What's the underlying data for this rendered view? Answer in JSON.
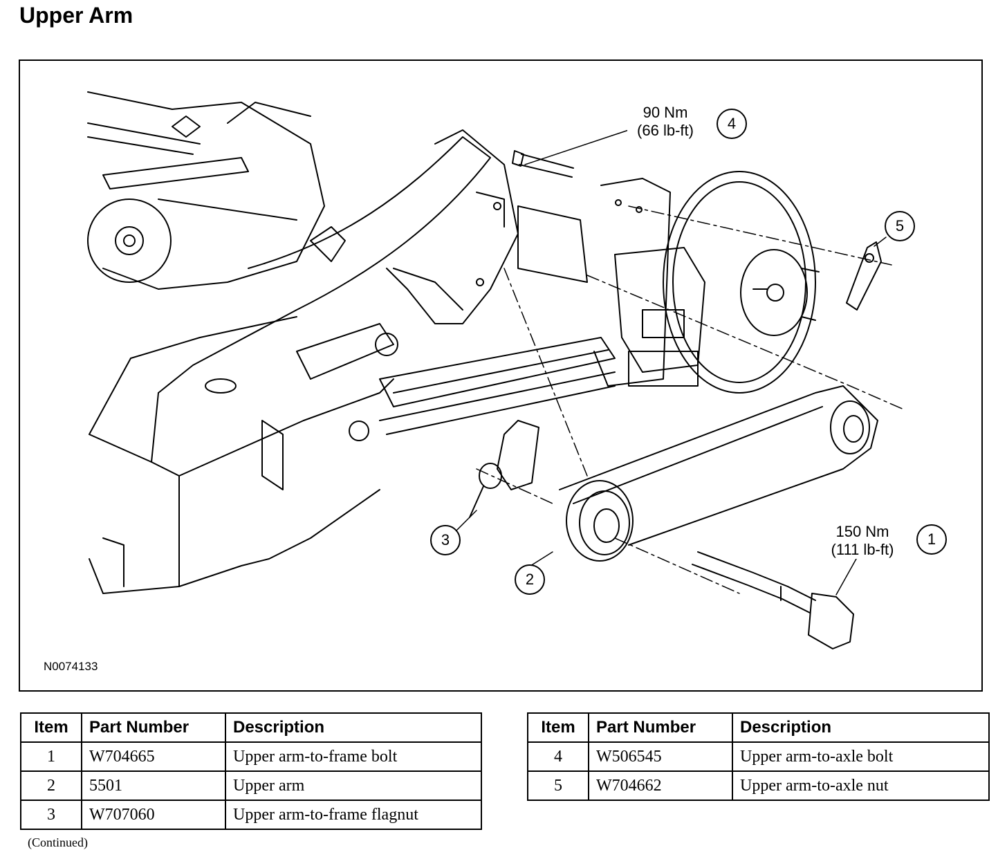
{
  "title": "Upper Arm",
  "figure": {
    "id": "N0074133",
    "callouts": [
      {
        "item": "1",
        "torque_nm": "150 Nm",
        "torque_lbft": "(111 lb-ft)"
      },
      {
        "item": "2"
      },
      {
        "item": "3"
      },
      {
        "item": "4",
        "torque_nm": "90 Nm",
        "torque_lbft": "(66 lb-ft)"
      },
      {
        "item": "5"
      }
    ]
  },
  "table_headers": {
    "item": "Item",
    "part_number": "Part Number",
    "description": "Description"
  },
  "parts_left": [
    {
      "item": "1",
      "part_number": "W704665",
      "description": "Upper arm-to-frame bolt"
    },
    {
      "item": "2",
      "part_number": "5501",
      "description": "Upper arm"
    },
    {
      "item": "3",
      "part_number": "W707060",
      "description": "Upper arm-to-frame flagnut"
    }
  ],
  "parts_right": [
    {
      "item": "4",
      "part_number": "W506545",
      "description": "Upper arm-to-axle bolt"
    },
    {
      "item": "5",
      "part_number": "W704662",
      "description": "Upper arm-to-axle nut"
    }
  ],
  "footer_note": "(Continued)"
}
